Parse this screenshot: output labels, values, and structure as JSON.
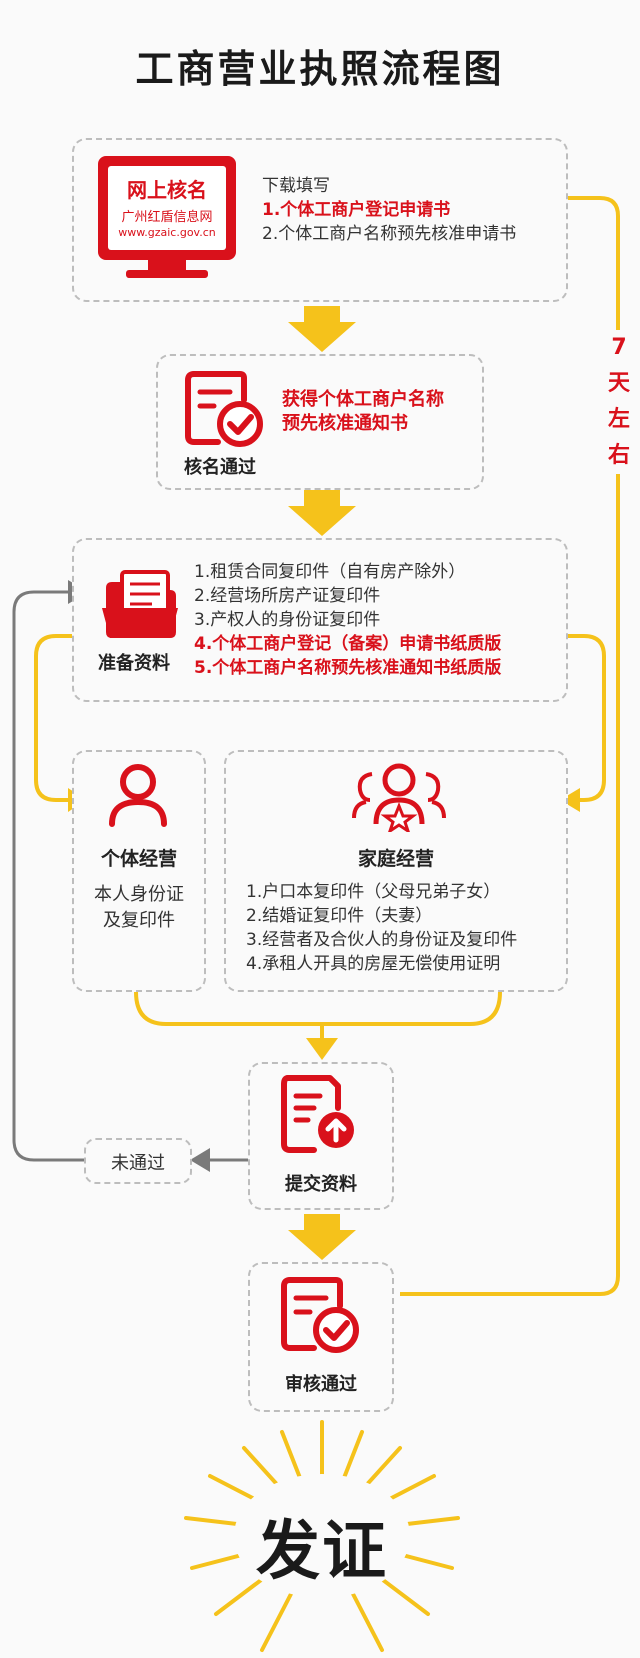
{
  "title": "工商营业执照流程图",
  "step1": {
    "badge_title": "网上核名",
    "badge_site": "广州红盾信息网",
    "badge_url": "www.gzaic.gov.cn",
    "lead": "下载填写",
    "items": [
      "1.个体工商户登记申请书",
      "2.个体工商户名称预先核准申请书"
    ]
  },
  "step2": {
    "label": "核名通过",
    "text_lines": [
      "获得个体工商户名称",
      "预先核准通知书"
    ]
  },
  "step3": {
    "label": "准备资料",
    "items": [
      "1.租赁合同复印件（自有房产除外）",
      "2.经营场所房产证复印件",
      "3.产权人的身份证复印件",
      "4.个体工商户登记（备案）申请书纸质版",
      "5.个体工商户名称预先核准通知书纸质版"
    ]
  },
  "individual": {
    "label": "个体经营",
    "lines": [
      "本人身份证",
      "及复印件"
    ]
  },
  "family": {
    "label": "家庭经营",
    "items": [
      "1.户口本复印件（父母兄弟子女）",
      "2.结婚证复印件（夫妻）",
      "3.经营者及合伙人的身份证及复印件",
      "4.承租人开具的房屋无偿使用证明"
    ]
  },
  "submit": {
    "label": "提交资料"
  },
  "rejected": {
    "label": "未通过"
  },
  "approved": {
    "label": "审核通过"
  },
  "side_note": [
    "7",
    "天",
    "左",
    "右"
  ],
  "final": {
    "label": "发证"
  },
  "colors": {
    "red": "#d9111b",
    "yellow": "#f5c21b",
    "gray": "#7a7a7a",
    "dashed": "#bdbdbd"
  }
}
